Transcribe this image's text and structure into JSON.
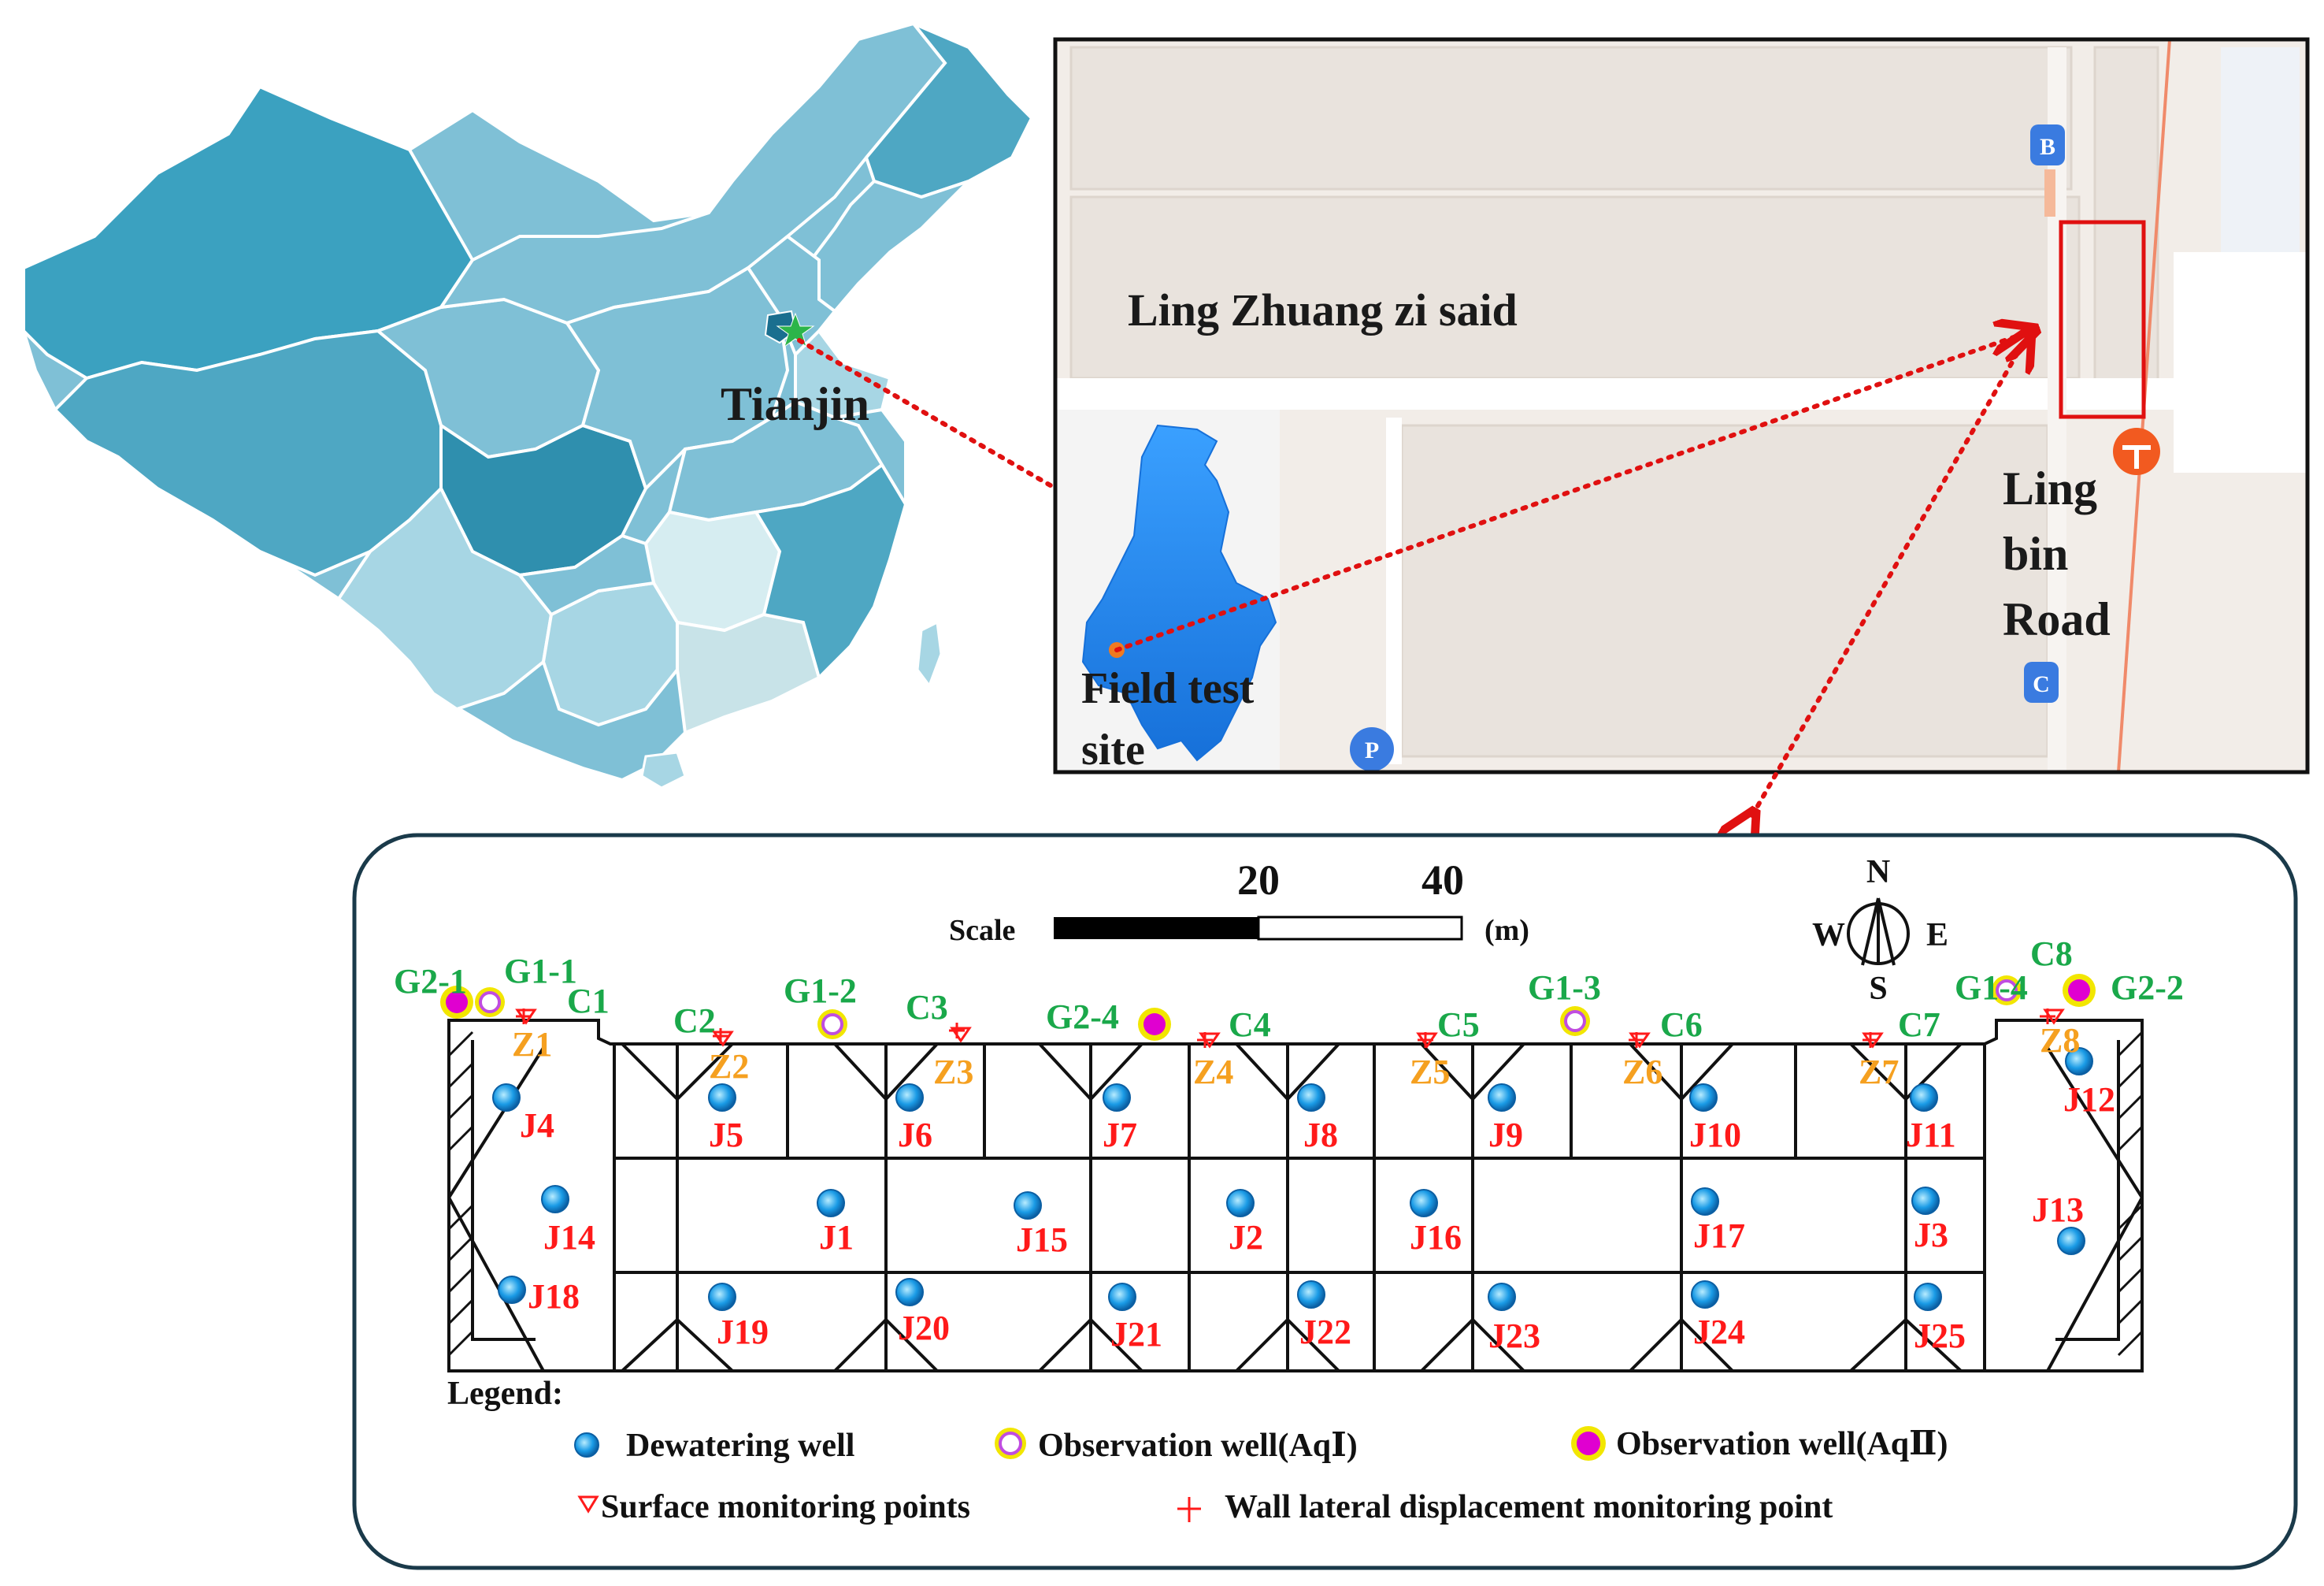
{
  "china_map": {
    "city_label": "Tianjin",
    "colors": {
      "dark": "#2f8fae",
      "mid": "#4ea7c3",
      "light": "#7fc0d6",
      "pale": "#a7d6e4",
      "palest": "#d6edf1"
    }
  },
  "street_map": {
    "area_label": "Ling Zhuang zi said",
    "road_label_lines": [
      "Ling",
      "bin",
      "Road"
    ],
    "site_label_lines": [
      "Field test",
      "site"
    ],
    "poi_markers": [
      "B",
      "C"
    ]
  },
  "site_plan": {
    "scale": {
      "label": "Scale",
      "tick_20": "20",
      "tick_40": "40",
      "unit": "(m)"
    },
    "compass": {
      "n": "N",
      "s": "S",
      "e": "E",
      "w": "W"
    },
    "dewatering_wells": [
      "J1",
      "J2",
      "J3",
      "J4",
      "J5",
      "J6",
      "J7",
      "J8",
      "J9",
      "J10",
      "J11",
      "J12",
      "J13",
      "J14",
      "J15",
      "J16",
      "J17",
      "J18",
      "J19",
      "J20",
      "J21",
      "J22",
      "J23",
      "J24",
      "J25"
    ],
    "observation_wells_aq1": [
      "G1-1",
      "G1-2",
      "G1-3",
      "G1-4"
    ],
    "observation_wells_aq2": [
      "G2-1",
      "G2-2",
      "G2-4"
    ],
    "wall_displacement_points": [
      "C1",
      "C2",
      "C3",
      "C4",
      "C5",
      "C6",
      "C7",
      "C8"
    ],
    "surface_points": [
      "Z1",
      "Z2",
      "Z3",
      "Z4",
      "Z5",
      "Z6",
      "Z7",
      "Z8"
    ],
    "legend": {
      "title": "Legend:",
      "dewatering_well": "Dewatering well",
      "obs_aq1": "Observation well(AqⅠ)",
      "obs_aq2": "Observation well(AqⅡ)",
      "surface": "Surface monitoring points",
      "wall": "Wall lateral displacement monitoring point"
    },
    "colors": {
      "well_label": "#ff1a1a",
      "wall_label": "#1aa84a",
      "surface_label": "#f5a020",
      "aq1_ring": "#c04de0",
      "aq2_fill": "#e000d0",
      "ring_outline": "#f2e600",
      "well_blue": "#1a8fe0"
    }
  }
}
